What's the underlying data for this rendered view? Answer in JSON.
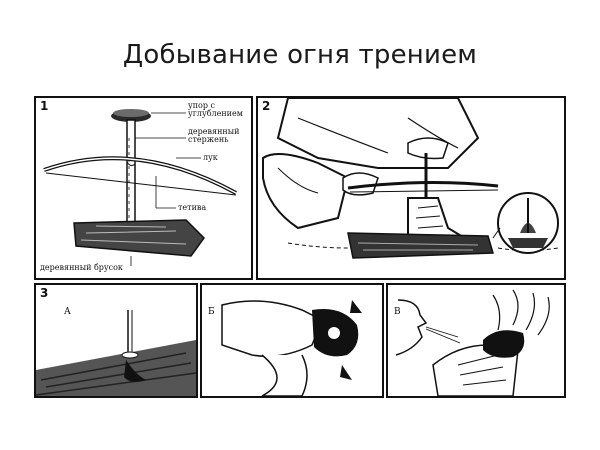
{
  "title": "Добывание огня трением",
  "panels": {
    "p1": {
      "number": "1",
      "labels": {
        "upor": "упор с",
        "upor2": "углублением",
        "sterzhen": "деревянный",
        "sterzhen2": "стержень",
        "luk": "лук",
        "tetiva": "тетива",
        "brusok": "деревянный брусок"
      }
    },
    "p2": {
      "number": "2"
    },
    "p3": {
      "number": "3",
      "sub_a": "А",
      "sub_b": "Б",
      "sub_c": "В"
    }
  }
}
